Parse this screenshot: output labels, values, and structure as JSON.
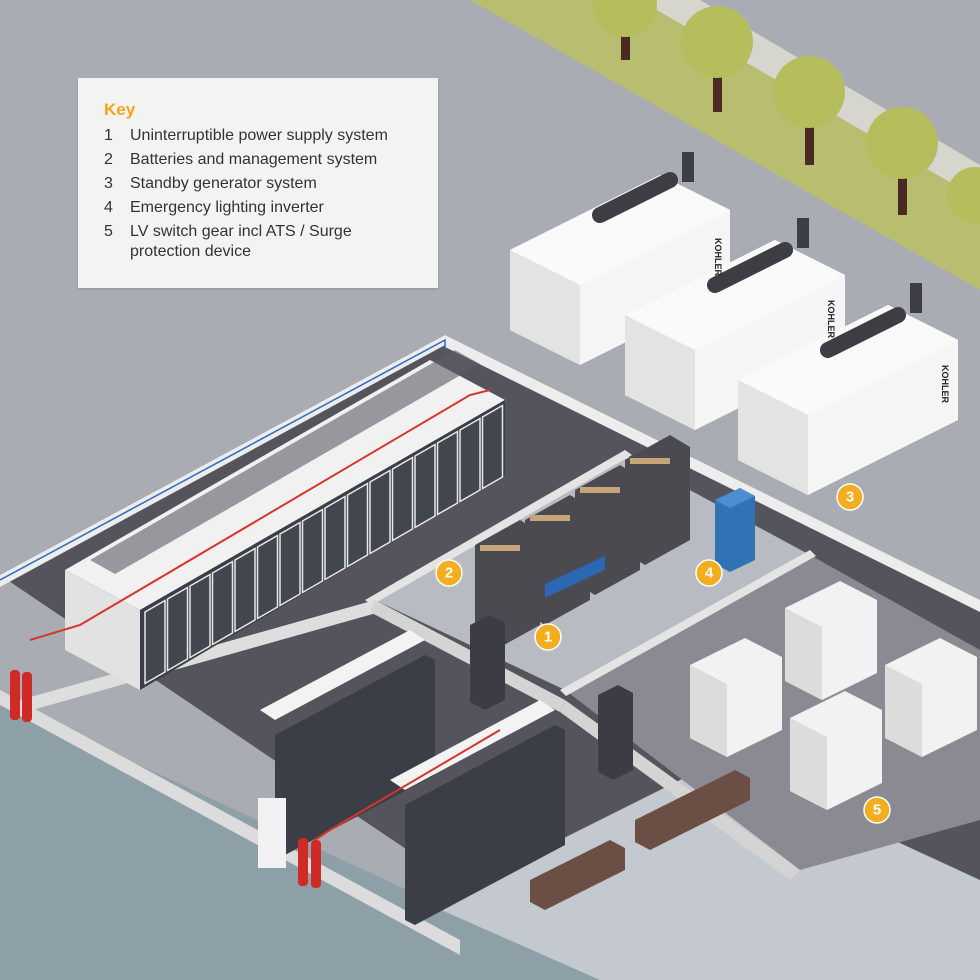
{
  "key": {
    "title": "Key",
    "items": [
      {
        "number": "1",
        "label": "Uninterruptible power supply system"
      },
      {
        "number": "2",
        "label": "Batteries and management system"
      },
      {
        "number": "3",
        "label": "Standby generator system"
      },
      {
        "number": "4",
        "label": "Emergency lighting inverter"
      },
      {
        "number": "5",
        "label": "LV switch gear incl ATS / Surge protection device"
      }
    ]
  },
  "markers": {
    "ups": "1",
    "batteries": "2",
    "generator": "3",
    "inverter": "4",
    "switchgear": "5"
  },
  "generators": {
    "brand": "KOHLER"
  },
  "colors": {
    "accent": "#f4ad1f",
    "background": "#a9adb3",
    "floor": "#55535c",
    "wall": "#e6e6e6",
    "power_cable": "#d8352a",
    "data_cable": "#2f6bc4",
    "inverter_cabinet": "#2f73b5",
    "grass": "#b9bd6f"
  }
}
